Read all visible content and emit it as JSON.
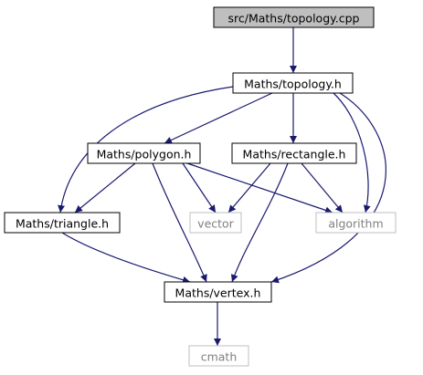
{
  "diagram": {
    "nodes": [
      {
        "id": "topology_cpp",
        "label": "src/Maths/topology.cpp",
        "kind": "root"
      },
      {
        "id": "topology_h",
        "label": "Maths/topology.h",
        "kind": "header"
      },
      {
        "id": "polygon_h",
        "label": "Maths/polygon.h",
        "kind": "header"
      },
      {
        "id": "rectangle_h",
        "label": "Maths/rectangle.h",
        "kind": "header"
      },
      {
        "id": "triangle_h",
        "label": "Maths/triangle.h",
        "kind": "header"
      },
      {
        "id": "vector",
        "label": "vector",
        "kind": "system"
      },
      {
        "id": "algorithm",
        "label": "algorithm",
        "kind": "system"
      },
      {
        "id": "vertex_h",
        "label": "Maths/vertex.h",
        "kind": "header"
      },
      {
        "id": "cmath",
        "label": "cmath",
        "kind": "system"
      }
    ],
    "edges": [
      {
        "from": "topology_cpp",
        "to": "topology_h"
      },
      {
        "from": "topology_h",
        "to": "triangle_h"
      },
      {
        "from": "topology_h",
        "to": "polygon_h"
      },
      {
        "from": "topology_h",
        "to": "rectangle_h"
      },
      {
        "from": "topology_h",
        "to": "algorithm"
      },
      {
        "from": "topology_h",
        "to": "vertex_h"
      },
      {
        "from": "polygon_h",
        "to": "triangle_h"
      },
      {
        "from": "polygon_h",
        "to": "vector"
      },
      {
        "from": "polygon_h",
        "to": "algorithm"
      },
      {
        "from": "polygon_h",
        "to": "vertex_h"
      },
      {
        "from": "rectangle_h",
        "to": "vector"
      },
      {
        "from": "rectangle_h",
        "to": "algorithm"
      },
      {
        "from": "rectangle_h",
        "to": "vertex_h"
      },
      {
        "from": "triangle_h",
        "to": "vertex_h"
      },
      {
        "from": "vertex_h",
        "to": "cmath"
      }
    ],
    "colors": {
      "edge": "#191970",
      "root_fill": "#bfbfbf",
      "header_border": "#000000",
      "system_border": "#bfbfbf",
      "system_text": "#808080",
      "text": "#000000"
    }
  }
}
